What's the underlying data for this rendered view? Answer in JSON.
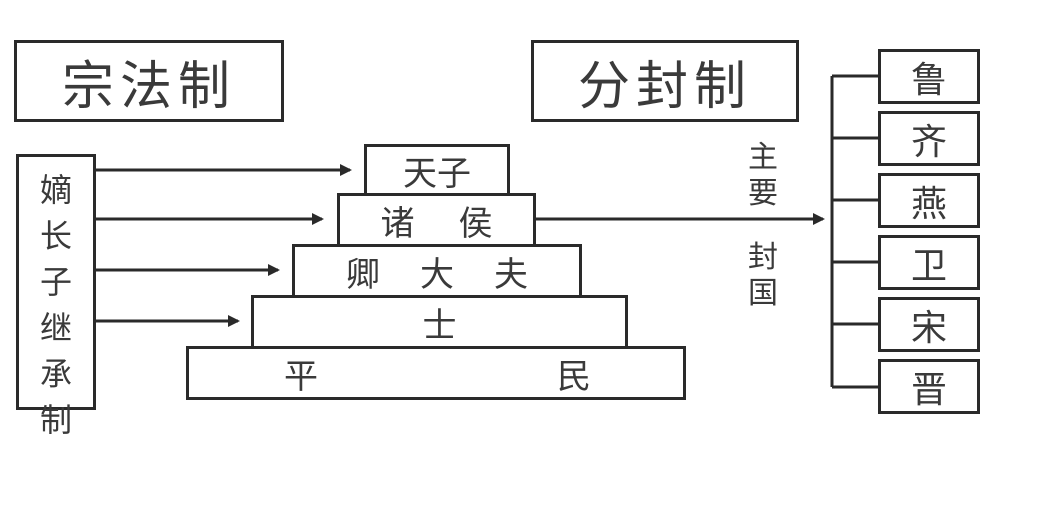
{
  "titles": {
    "zongfa": "宗法制",
    "fenfeng": "分封制"
  },
  "inheritance": {
    "label": [
      "嫡",
      "长",
      "子",
      "继",
      "承",
      "制"
    ]
  },
  "pyramid": {
    "tianzi": "天子",
    "zhuhou": [
      "诸",
      "侯"
    ],
    "qing": [
      "卿",
      "大",
      "夫"
    ],
    "shi": "士",
    "pingmin": [
      "平",
      "民"
    ]
  },
  "arrow_label": [
    "主",
    "要",
    "封",
    "国"
  ],
  "states": [
    "鲁",
    "齐",
    "燕",
    "卫",
    "宋",
    "晋"
  ],
  "colors": {
    "line": "#2a2a2a",
    "text": "#3a3a3a",
    "background": "#ffffff"
  }
}
